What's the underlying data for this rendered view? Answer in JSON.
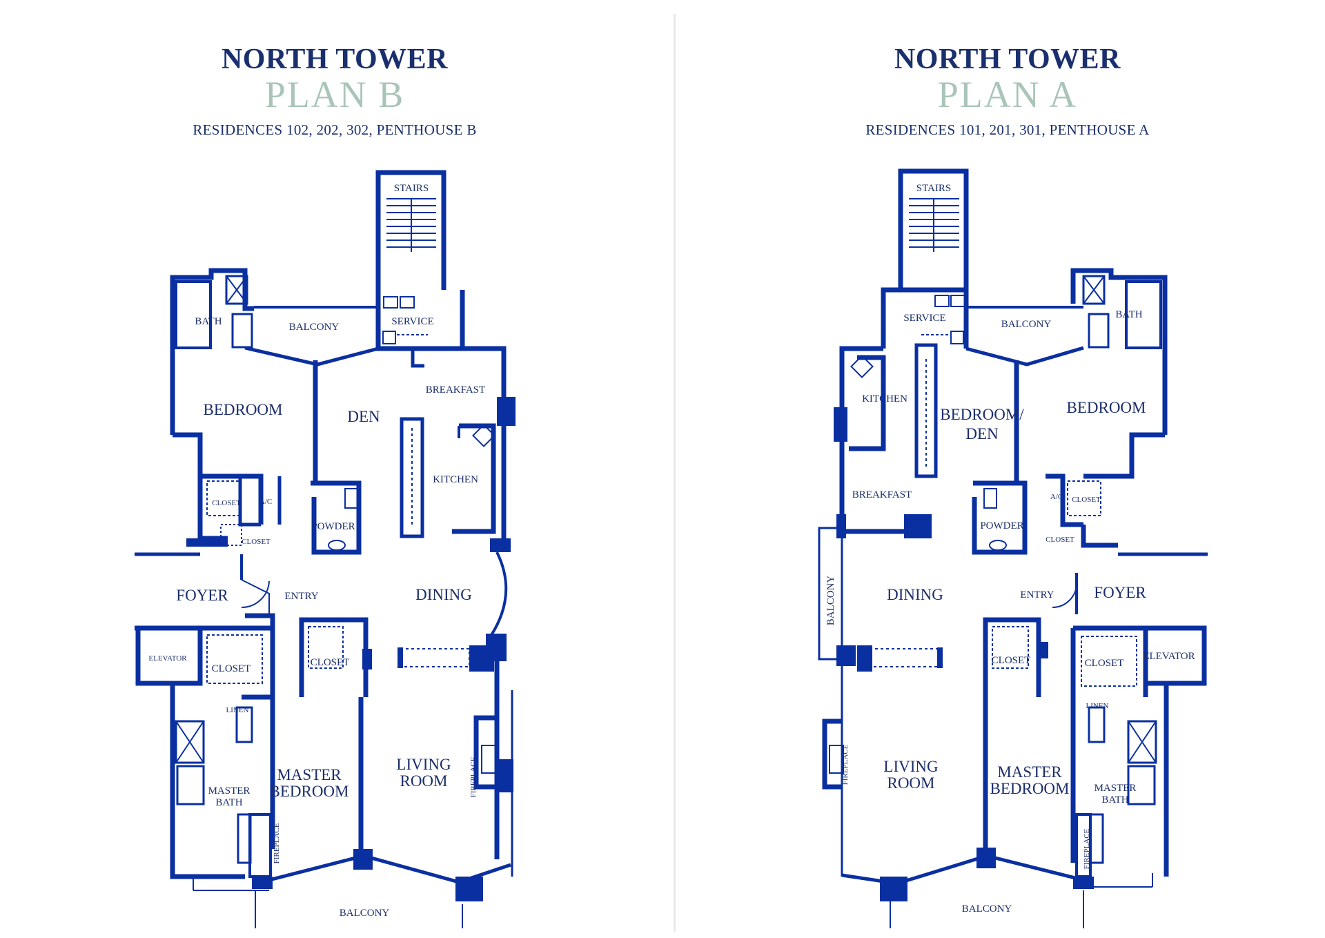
{
  "left_plan": {
    "tower": "NORTH TOWER",
    "plan": "PLAN B",
    "residences": "RESIDENCES 102, 202, 302, PENTHOUSE B",
    "rooms": {
      "stairs": "STAIRS",
      "bath": "BATH",
      "balcony_top": "BALCONY",
      "service": "SERVICE",
      "breakfast": "BREAKFAST",
      "bedroom": "BEDROOM",
      "den": "DEN",
      "kitchen": "KITCHEN",
      "closet_a": "CLOSET",
      "ac": "A/C",
      "closet_b": "CLOSET",
      "powder": "POWDER",
      "foyer": "FOYER",
      "entry": "ENTRY",
      "dining": "DINING",
      "elevator": "ELEVATOR",
      "closet_c": "CLOSET",
      "closet_d": "CLOSET",
      "linen": "LINEN",
      "master_bath_1": "MASTER",
      "master_bath_2": "BATH",
      "master_bedroom_1": "MASTER",
      "master_bedroom_2": "BEDROOM",
      "living_room_1": "LIVING",
      "living_room_2": "ROOM",
      "fireplace_a": "FIREPLACE",
      "fireplace_b": "FIREPLACE",
      "balcony_bottom": "BALCONY"
    }
  },
  "right_plan": {
    "tower": "NORTH TOWER",
    "plan": "PLAN A",
    "residences": "RESIDENCES 101, 201, 301, PENTHOUSE A",
    "rooms": {
      "stairs": "STAIRS",
      "service": "SERVICE",
      "balcony_top": "BALCONY",
      "bath": "BATH",
      "kitchen": "KITCHEN",
      "bedroom_den_1": "BEDROOM/",
      "bedroom_den_2": "DEN",
      "bedroom": "BEDROOM",
      "breakfast": "BREAKFAST",
      "powder": "POWDER",
      "ac": "A/C",
      "closet_a": "CLOSET",
      "closet_b": "CLOSET",
      "balcony_side": "BALCONY",
      "dining": "DINING",
      "entry": "ENTRY",
      "foyer": "FOYER",
      "closet_c": "CLOSET",
      "closet_d": "CLOSET",
      "elevator": "ELEVATOR",
      "linen": "LINEN",
      "living_room_1": "LIVING",
      "living_room_2": "ROOM",
      "master_bedroom_1": "MASTER",
      "master_bedroom_2": "BEDROOM",
      "master_bath_1": "MASTER",
      "master_bath_2": "BATH",
      "fireplace_a": "FIREPLACE",
      "fireplace_b": "FIREPLACE",
      "balcony_bottom": "BALCONY"
    }
  },
  "colors": {
    "wall": "#0a2fa0",
    "title": "#1a2f6e",
    "plan_tint": "#a9c5b8",
    "label": "#1b2d6b"
  }
}
